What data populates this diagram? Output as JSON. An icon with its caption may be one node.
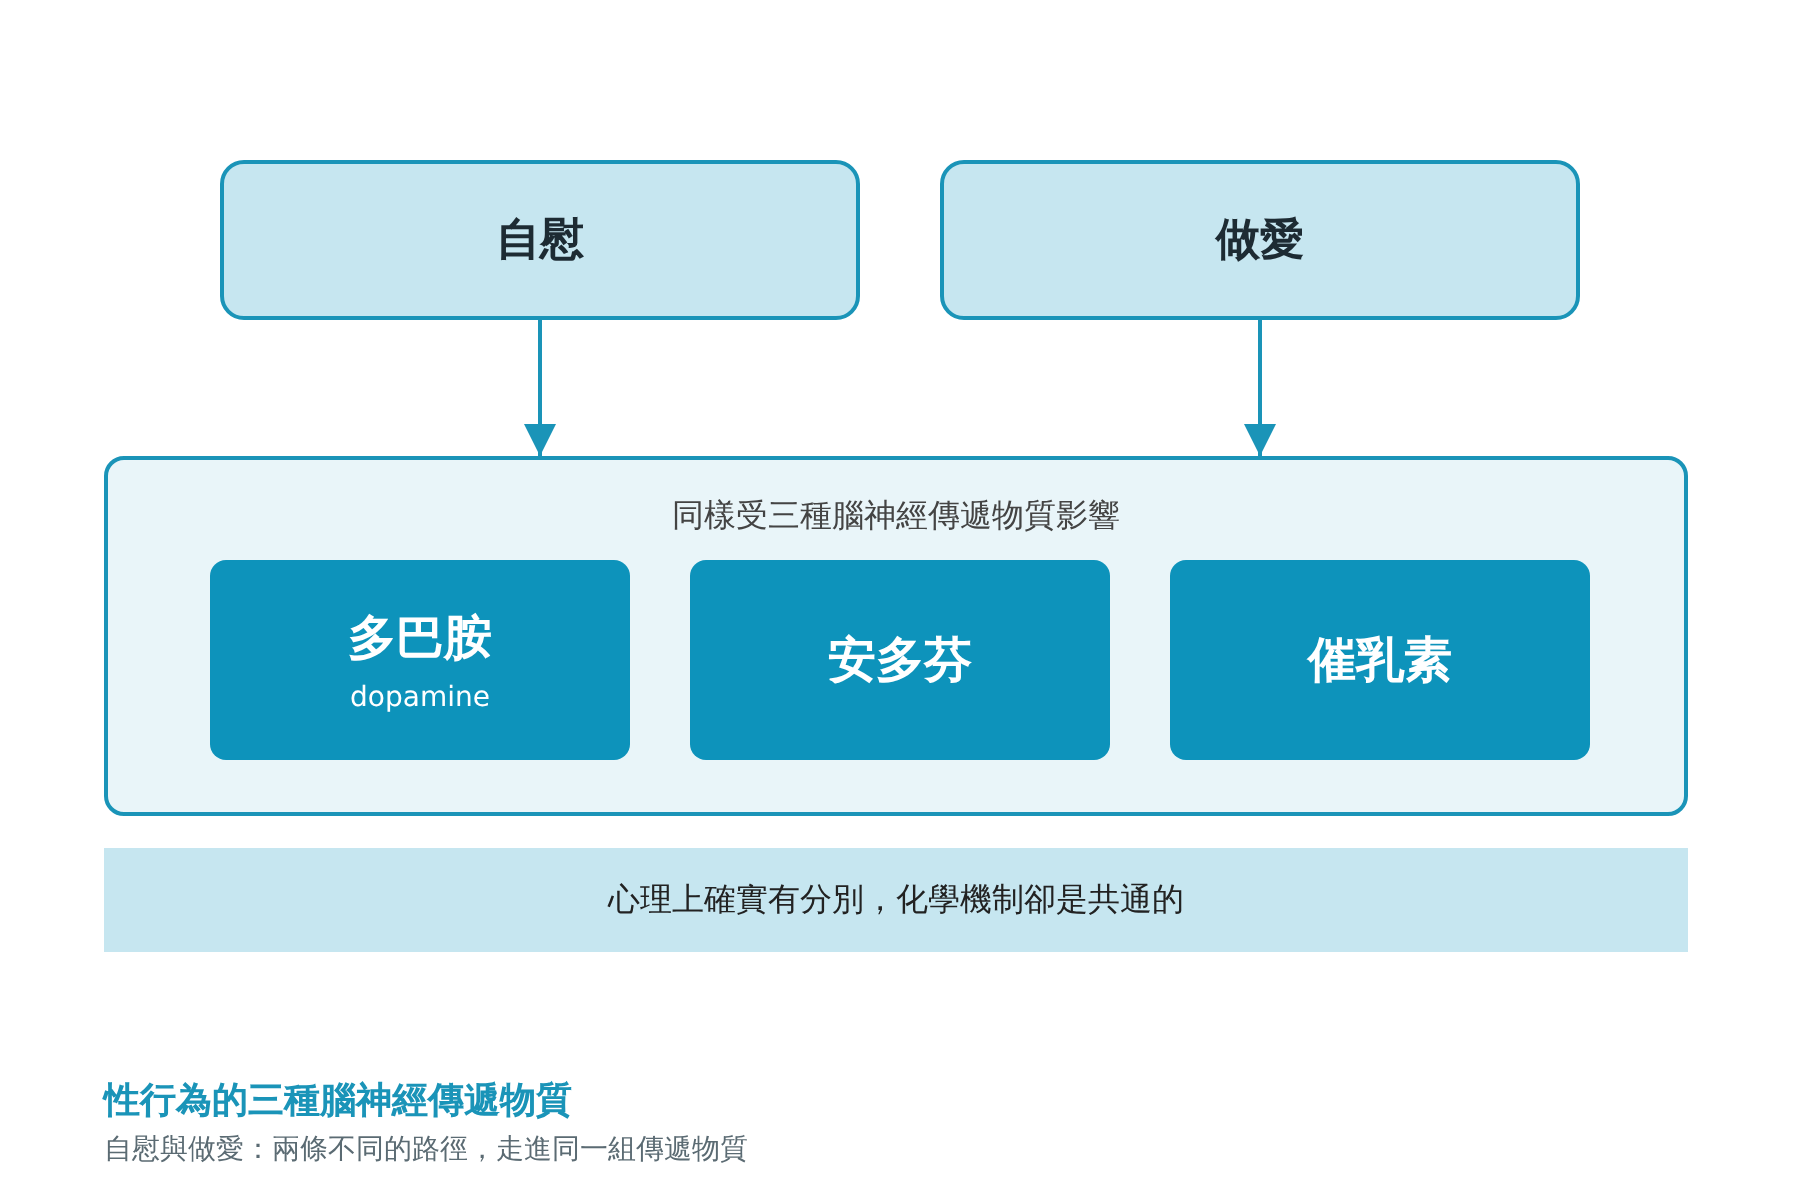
{
  "diagram": {
    "title": "性行為的三種腦神經傳遞物質",
    "caption": "自慰與做愛：兩條不同的路徑，走進同一組傳遞物質",
    "nodes": [
      {
        "text": [
          "自慰"
        ]
      },
      {
        "text": [
          "做愛"
        ]
      },
      {
        "text": [
          "同樣受三種腦神經傳遞物質影響"
        ]
      },
      {
        "text": [
          "多巴胺",
          "dopamine"
        ],
        "in": 2
      },
      {
        "text": [
          "安多芬"
        ],
        "in": 2
      },
      {
        "text": [
          "催乳素"
        ],
        "in": 2
      },
      {
        "text": [
          "心理上確實有分別，化學機制卻是共通的"
        ]
      }
    ],
    "edges": [
      {
        "from": 0,
        "to": 2,
        "arrow": "to"
      },
      {
        "from": 1,
        "to": 2,
        "arrow": "to"
      }
    ]
  }
}
